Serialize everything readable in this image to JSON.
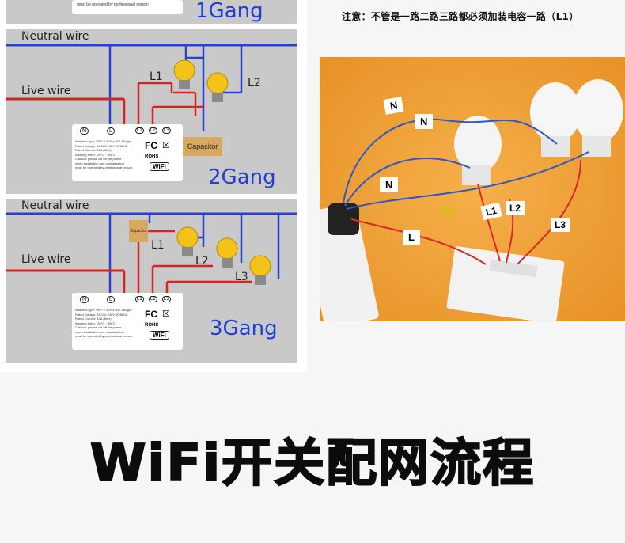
{
  "note": "注意：不管是一路二路三路都必须加装电容一路（L1）",
  "headline": "WiFi开关配网流程",
  "gang1": {
    "title": "1Gang",
    "footer_text": "must be operated by professional person"
  },
  "gang2": {
    "title": "2Gang",
    "neutral_label": "Neutral wire",
    "live_label": "Live wire",
    "l1": "L1",
    "l2": "L2",
    "capacitor": "Capacitor",
    "terminals": [
      "N",
      "L",
      "L1",
      "L2",
      "L3"
    ],
    "spec_lines": [
      "Wireless type: WIFI 2.4GHz 802.11b/g/n",
      "Rated Voltage: AC100-240V 50/60HZ",
      "Rated Current: 10A (Max)",
      "Working temp: -20°C ~ 50°C",
      "Caution: please cut off the power",
      "when installation and uninstallation",
      "must be operated by professional person"
    ],
    "rohs": "ROHS",
    "wifi_badge": "WiFi",
    "fc": "FC"
  },
  "gang3": {
    "title": "3Gang",
    "neutral_label": "Neutral wire",
    "live_label": "Live wire",
    "l1": "L1",
    "l2": "L2",
    "l3": "L3",
    "capacitor": "Capacitor",
    "terminals": [
      "N",
      "L",
      "L1",
      "L2",
      "L3"
    ],
    "spec_lines": [
      "Wireless type: WIFI 2.4GHz 802.11b/g/n",
      "Rated Voltage: AC100-240V 50/60HZ",
      "Rated Current: 10A (Max)",
      "Working temp: -20°C ~ 50°C",
      "Caution: please cut off the power",
      "when installation and uninstallation",
      "must be operated by professional person"
    ],
    "rohs": "ROHS",
    "wifi_badge": "WiFi",
    "fc": "FC"
  },
  "photo": {
    "tags": [
      "N",
      "N",
      "N",
      "L",
      "L1",
      "L2",
      "L3"
    ]
  },
  "colors": {
    "neutral": "#2b3fd0",
    "live": "#d92323",
    "bulb": "#f2c318",
    "capacitor": "#d9a860",
    "gang_title": "#1f3fd6"
  }
}
